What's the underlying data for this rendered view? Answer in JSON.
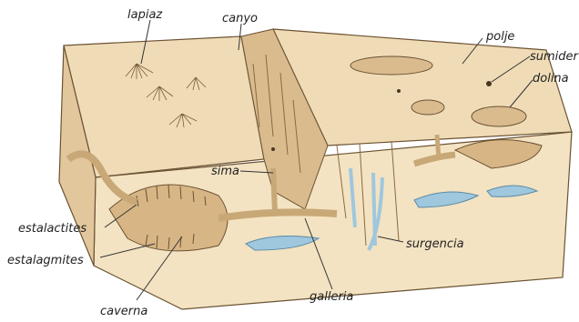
{
  "labels": {
    "lapiaz": "lapiaz",
    "canyo": "canyo",
    "polje": "polje",
    "sumider": "sumider",
    "dolina": "dolina",
    "sima": "sima",
    "estalactites": "estalactites",
    "estalagmites": "estalagmites",
    "caverna": "caverna",
    "surgencia": "surgencia",
    "galleria": "galleria"
  },
  "colors": {
    "rock_top": "#efdcb7",
    "rock_front": "#f3e3c2",
    "rock_side": "#e2c79d",
    "cave": "#d7b585",
    "water": "#9fc7dd",
    "outline": "#6b5233"
  }
}
